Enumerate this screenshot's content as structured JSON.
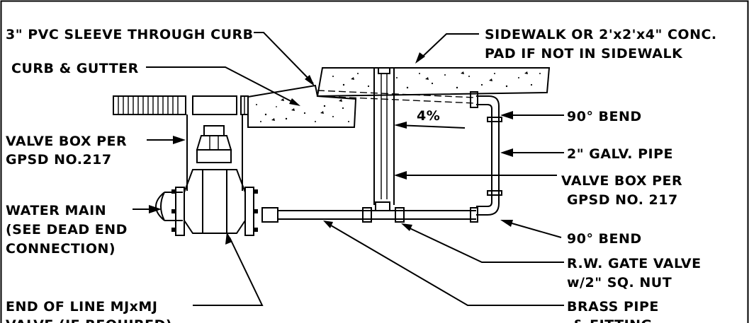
{
  "labels": {
    "pvc_sleeve": "3\" PVC SLEEVE THROUGH CURB",
    "curb_gutter": "CURB & GUTTER",
    "sidewalk_1": "SIDEWALK OR 2'x2'x4\" CONC.",
    "sidewalk_2": "PAD IF NOT IN SIDEWALK",
    "bend_top": "90° BEND",
    "galv_pipe": "2\" GALV. PIPE",
    "valve_box_right_1": "VALVE BOX PER",
    "valve_box_right_2": "GPSD NO. 217",
    "valve_box_left_1": "VALVE BOX PER",
    "valve_box_left_2": "GPSD NO.217",
    "water_main_1": "WATER MAIN",
    "water_main_2": "(SEE DEAD END",
    "water_main_3": "CONNECTION)",
    "bend_bottom": "90°  BEND",
    "gate_valve_1": "R.W. GATE VALVE",
    "gate_valve_2": "w/2\" SQ. NUT",
    "end_of_line_1": "END OF LINE MJxMJ",
    "end_of_line_2": "VALVE (IF REQUIRED)",
    "brass_pipe_1": "BRASS PIPE",
    "brass_pipe_2": "& FITTING",
    "slope": "4%"
  },
  "colors": {
    "ink": "#000000",
    "paper": "#ffffff"
  }
}
